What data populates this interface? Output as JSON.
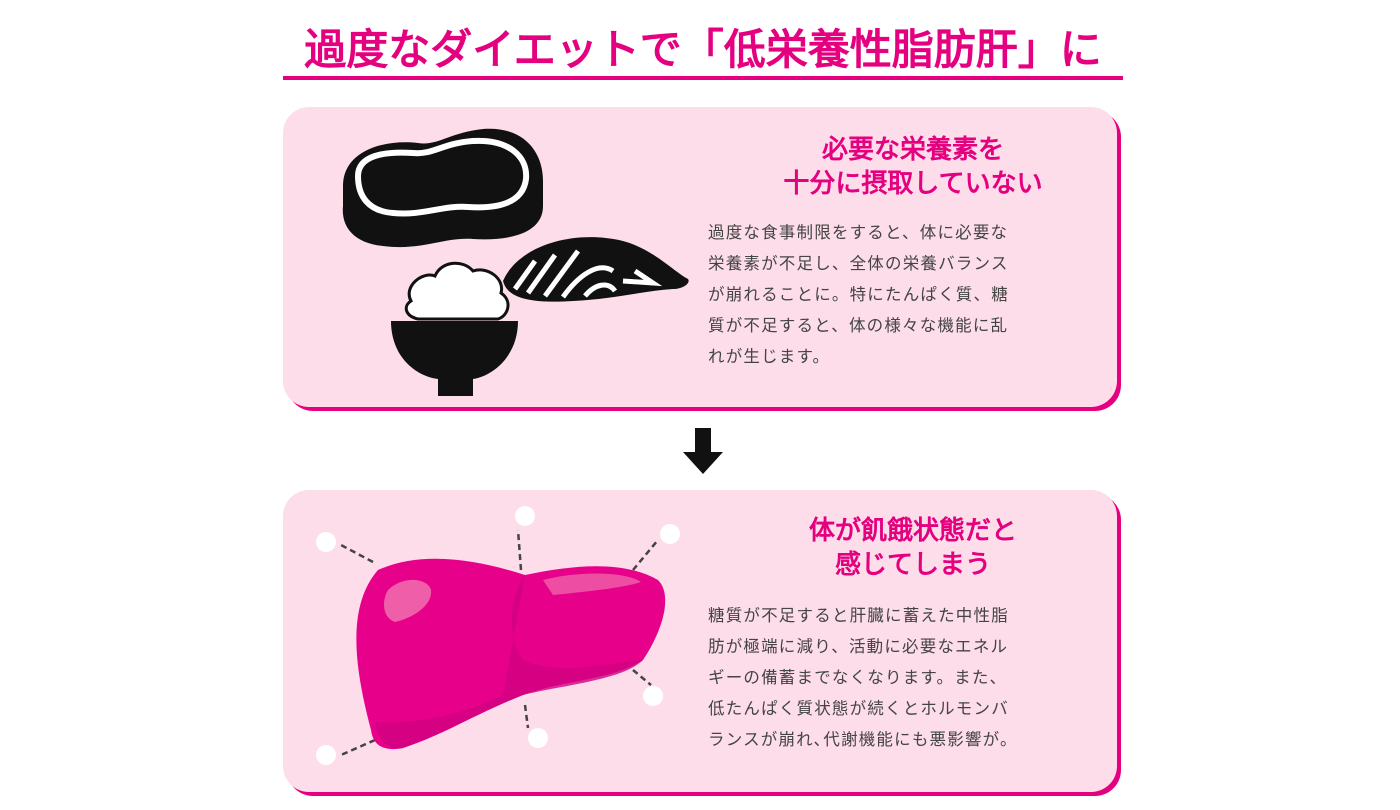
{
  "title": "過度なダイエットで「低栄養性脂肪肝」に",
  "colors": {
    "accent": "#e4007f",
    "card_bg": "#fcdde9",
    "text": "#444444"
  },
  "cards": [
    {
      "illustration": "food-icons (steak, fish, rice-bowl)",
      "heading_line1": "必要な栄養素を",
      "heading_line2": "十分に摂取していない",
      "body_lines": [
        "過度な食事制限をすると、体に必要な",
        "栄養素が不足し、全体の栄養バランス",
        "が崩れることに。特にたんぱく質、糖",
        "質が不足すると、体の様々な機能に乱",
        "れが生じます。"
      ]
    },
    {
      "illustration": "liver-with-outflow-arrows",
      "heading_line1": "体が飢餓状態だと",
      "heading_line2": "感じてしまう",
      "body_lines": [
        "糖質が不足すると肝臓に蓄えた中性脂",
        "肪が極端に減り、活動に必要なエネル",
        "ギーの備蓄までなくなります。また、",
        "低たんぱく質状態が続くとホルモンバ",
        "ランスが崩れ､代謝機能にも悪影響が。"
      ]
    }
  ],
  "flow_arrow": "arrow-down-icon"
}
